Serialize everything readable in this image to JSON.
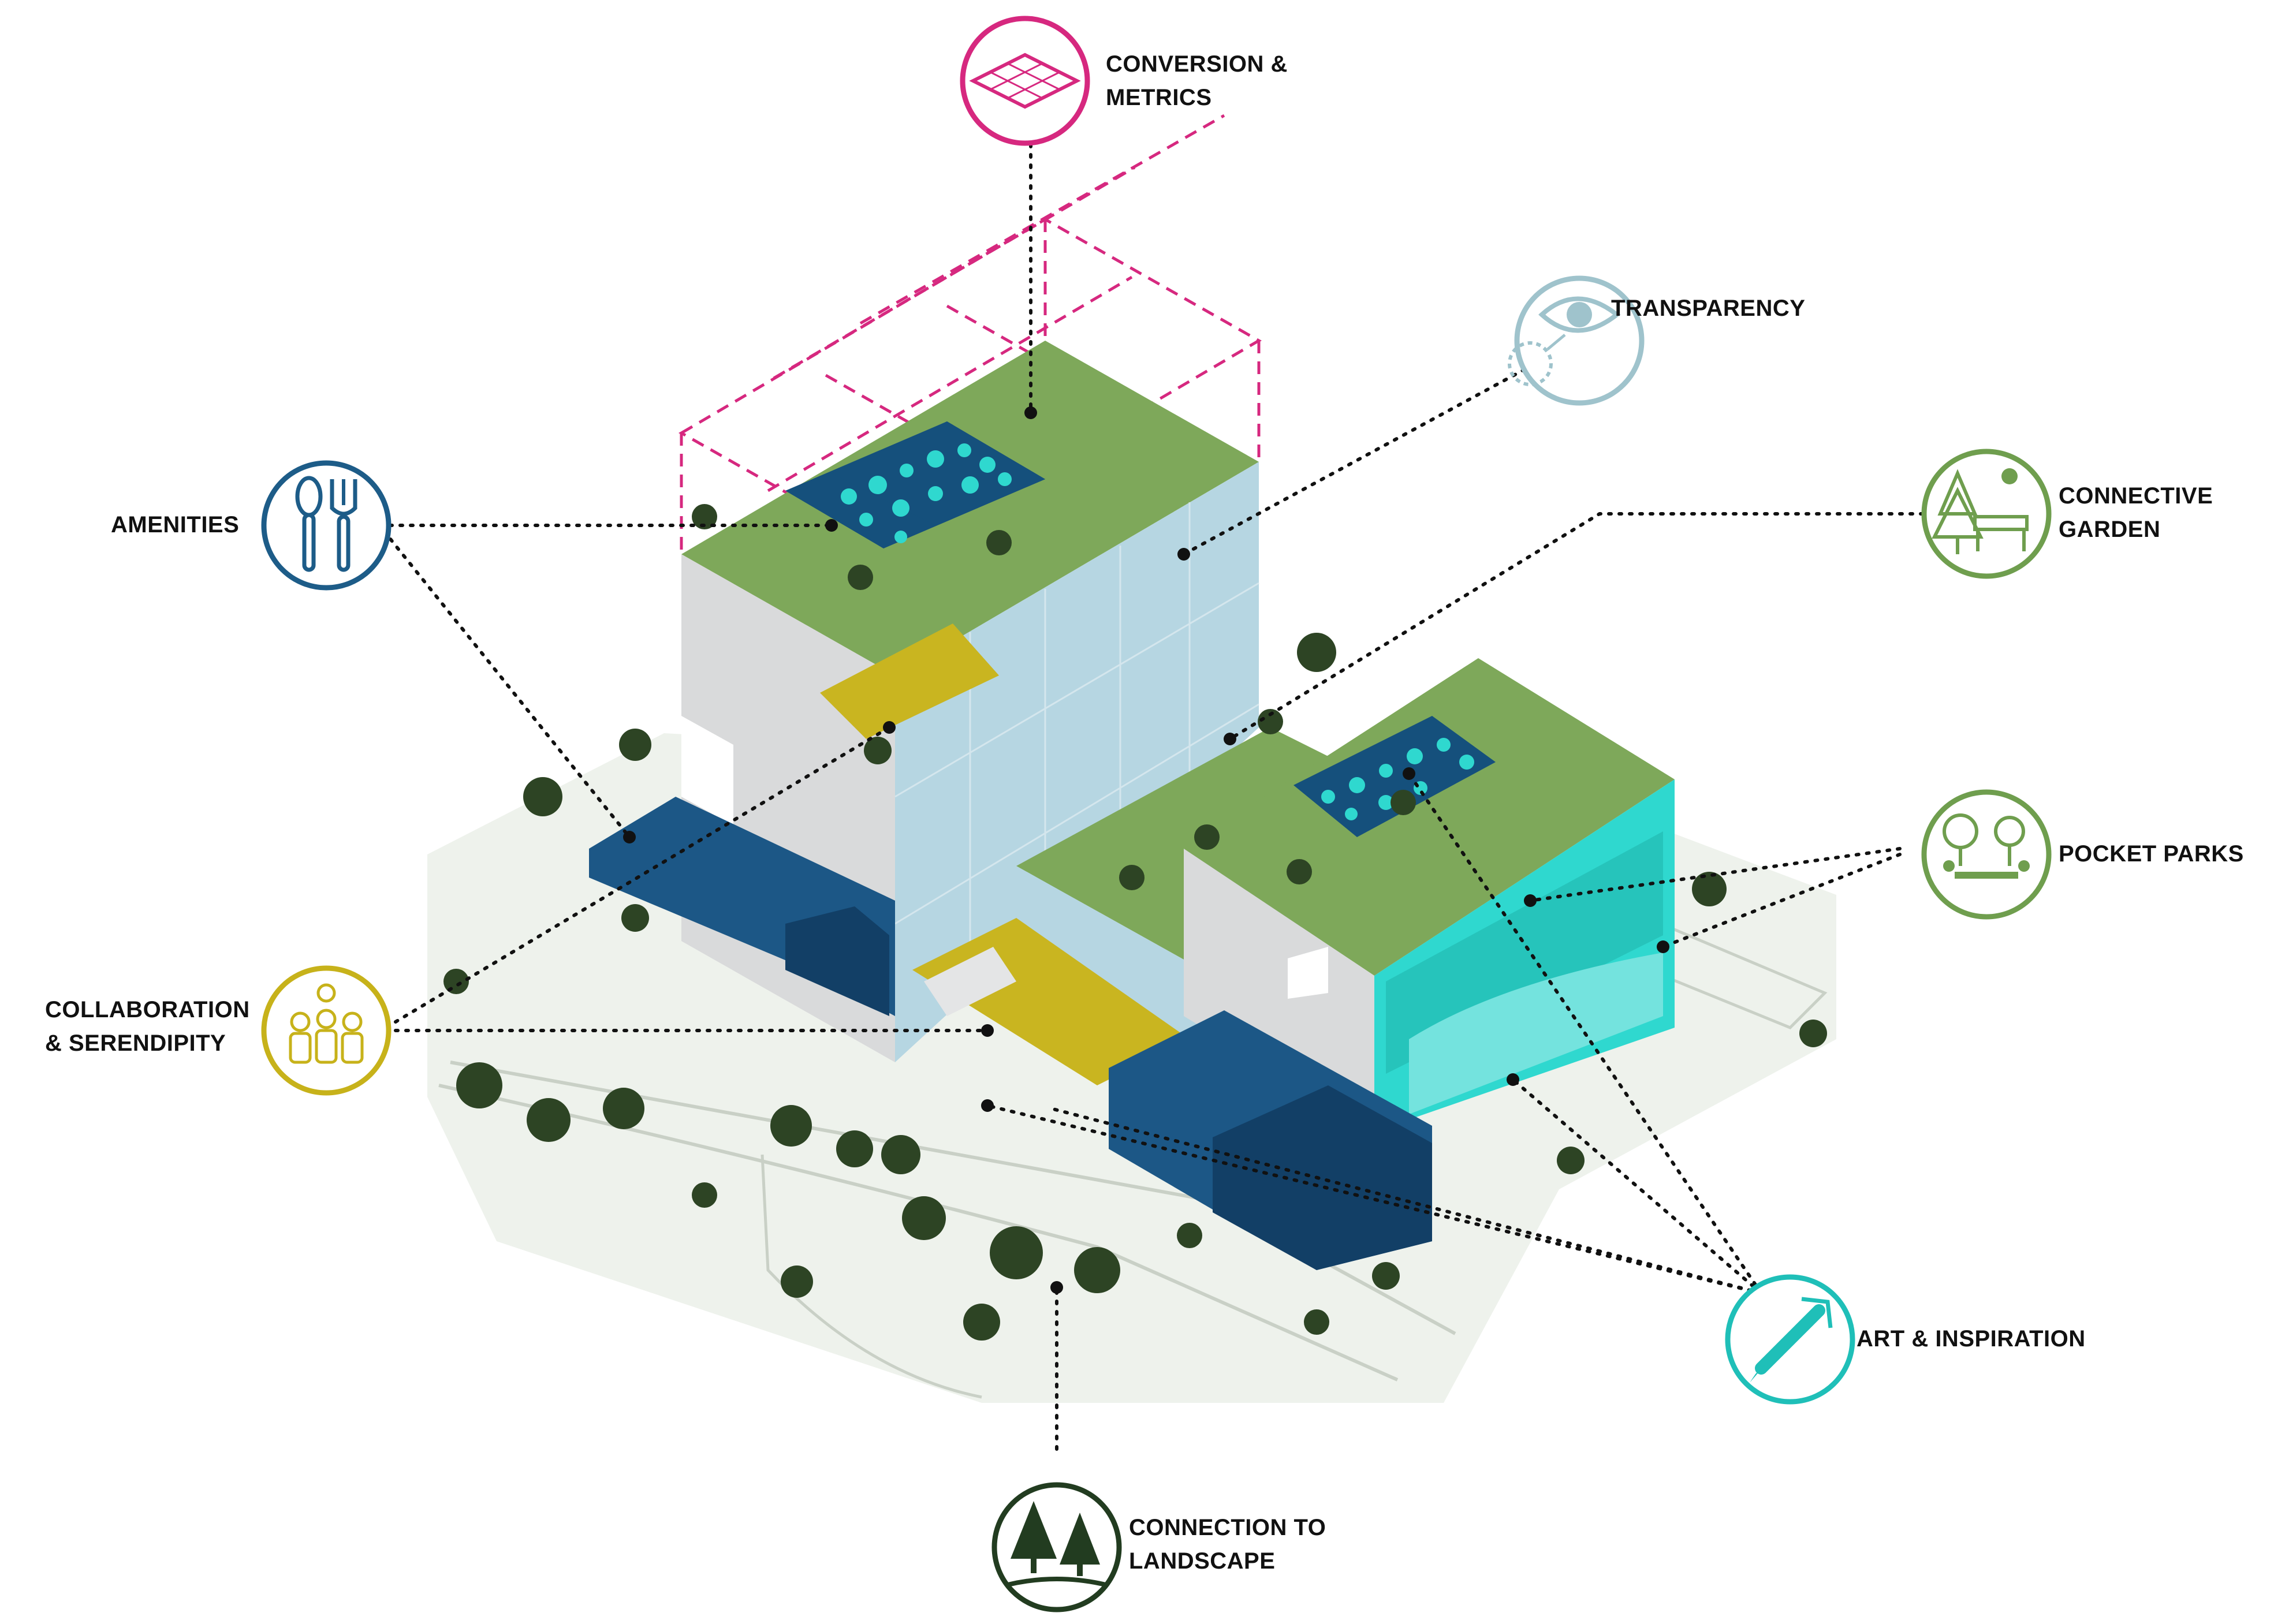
{
  "diagram": {
    "callouts": [
      {
        "id": "conversion",
        "line1": "CONVERSION &",
        "line2": "METRICS",
        "icon": "grid-plane-icon",
        "color": "#d6287f"
      },
      {
        "id": "transparency",
        "line1": "TRANSPARENCY",
        "line2": "",
        "icon": "eye-icon",
        "color": "#9fc3cc"
      },
      {
        "id": "connective",
        "line1": "CONNECTIVE",
        "line2": "GARDEN",
        "icon": "tree-bench-icon",
        "color": "#6f9e4e"
      },
      {
        "id": "pocket",
        "line1": "POCKET PARKS",
        "line2": "",
        "icon": "park-people-icon",
        "color": "#6f9e4e"
      },
      {
        "id": "art",
        "line1": "ART & INSPIRATION",
        "line2": "",
        "icon": "pencil-arrow-icon",
        "color": "#1fbfb8"
      },
      {
        "id": "landscape",
        "line1": "CONNECTION TO",
        "line2": "LANDSCAPE",
        "icon": "pine-trees-icon",
        "color": "#223c20"
      },
      {
        "id": "collaboration",
        "line1": "COLLABORATION",
        "line2": "& SERENDIPITY",
        "icon": "people-idea-icon",
        "color": "#c7b21a"
      },
      {
        "id": "amenities",
        "line1": "AMENITIES",
        "line2": "",
        "icon": "fork-spoon-icon",
        "color": "#1d5c88"
      }
    ],
    "palette": {
      "roof_green": "#7ea85a",
      "wall_grey": "#d9dadb",
      "glass": "#b6d6e2",
      "teal": "#2fd8cf",
      "navy": "#1c5786",
      "dark_navy": "#123f66",
      "yellow": "#c9b520",
      "ground": "#eef2ec",
      "tree": "#2d4424"
    }
  }
}
